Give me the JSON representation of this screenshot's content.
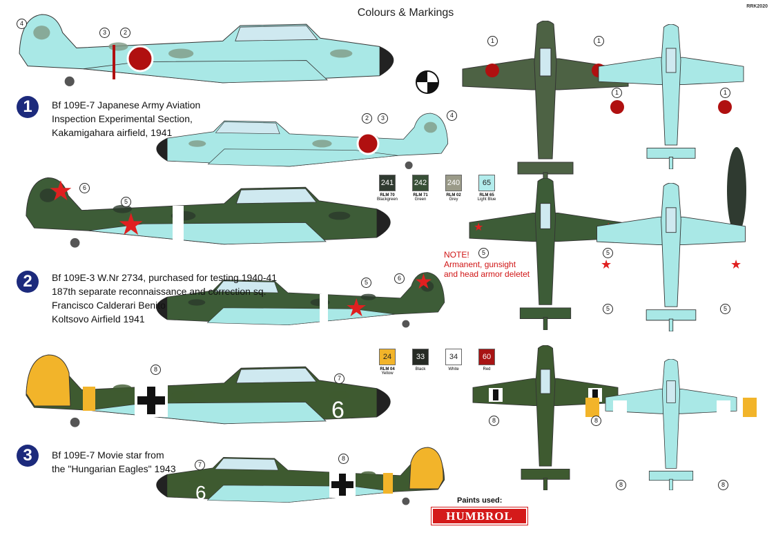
{
  "header": {
    "title": "Colours & Markings",
    "code": "RRK2020"
  },
  "schemes": [
    {
      "number": "1",
      "lines": [
        "Bf 109E-7 Japanese Army Aviation",
        "Inspection Experimental Section,",
        "Kakamigahara airfield, 1941"
      ],
      "body": "#a9e8e6",
      "belly": "#a9e8e6",
      "mottle": "#7f9a86"
    },
    {
      "number": "2",
      "lines": [
        "Bf 109E-3 W.Nr 2734, purchased for testing 1940-41",
        "187th separate reconnaissance and correction sq.",
        "Francisco Calderari Benito",
        "Koltsovo Airfield 1941"
      ],
      "body": "#3d5c37",
      "belly": "#a9e8e6",
      "mottle": "#2a3a2a"
    },
    {
      "number": "3",
      "lines": [
        "Bf 109E-7 Movie star from",
        "the \"Hungarian Eagles\" 1943"
      ],
      "body": "#3e5a30",
      "belly": "#a9e8e6",
      "mottle": "#f2b42a"
    }
  ],
  "paints_row1": [
    {
      "code": "241",
      "rlm": "RLM 70",
      "name": "Blackgreen",
      "color": "#2f3a30"
    },
    {
      "code": "242",
      "rlm": "RLM 71",
      "name": "Green",
      "color": "#374f36"
    },
    {
      "code": "240",
      "rlm": "RLM 02",
      "name": "Grey",
      "color": "#9a9a88"
    },
    {
      "code": "65",
      "rlm": "RLM 65",
      "name": "Light Blue",
      "color": "#b2ecec"
    }
  ],
  "paints_row2": [
    {
      "code": "24",
      "rlm": "RLM 04",
      "name": "Yellow",
      "color": "#f2b42a"
    },
    {
      "code": "33",
      "rlm": "",
      "name": "Black",
      "color": "#262a24"
    },
    {
      "code": "34",
      "rlm": "",
      "name": "White",
      "color": "#ffffff"
    },
    {
      "code": "60",
      "rlm": "",
      "name": "Red",
      "color": "#a81414"
    }
  ],
  "note": {
    "title": "NOTE!",
    "lines": [
      "Armanent, gunsight",
      "and head armor deletet"
    ]
  },
  "callouts": [
    "1",
    "2",
    "3",
    "4",
    "5",
    "6",
    "7",
    "8"
  ],
  "footer": {
    "paints_used": "Paints used:",
    "brand": "HUMBROL"
  }
}
